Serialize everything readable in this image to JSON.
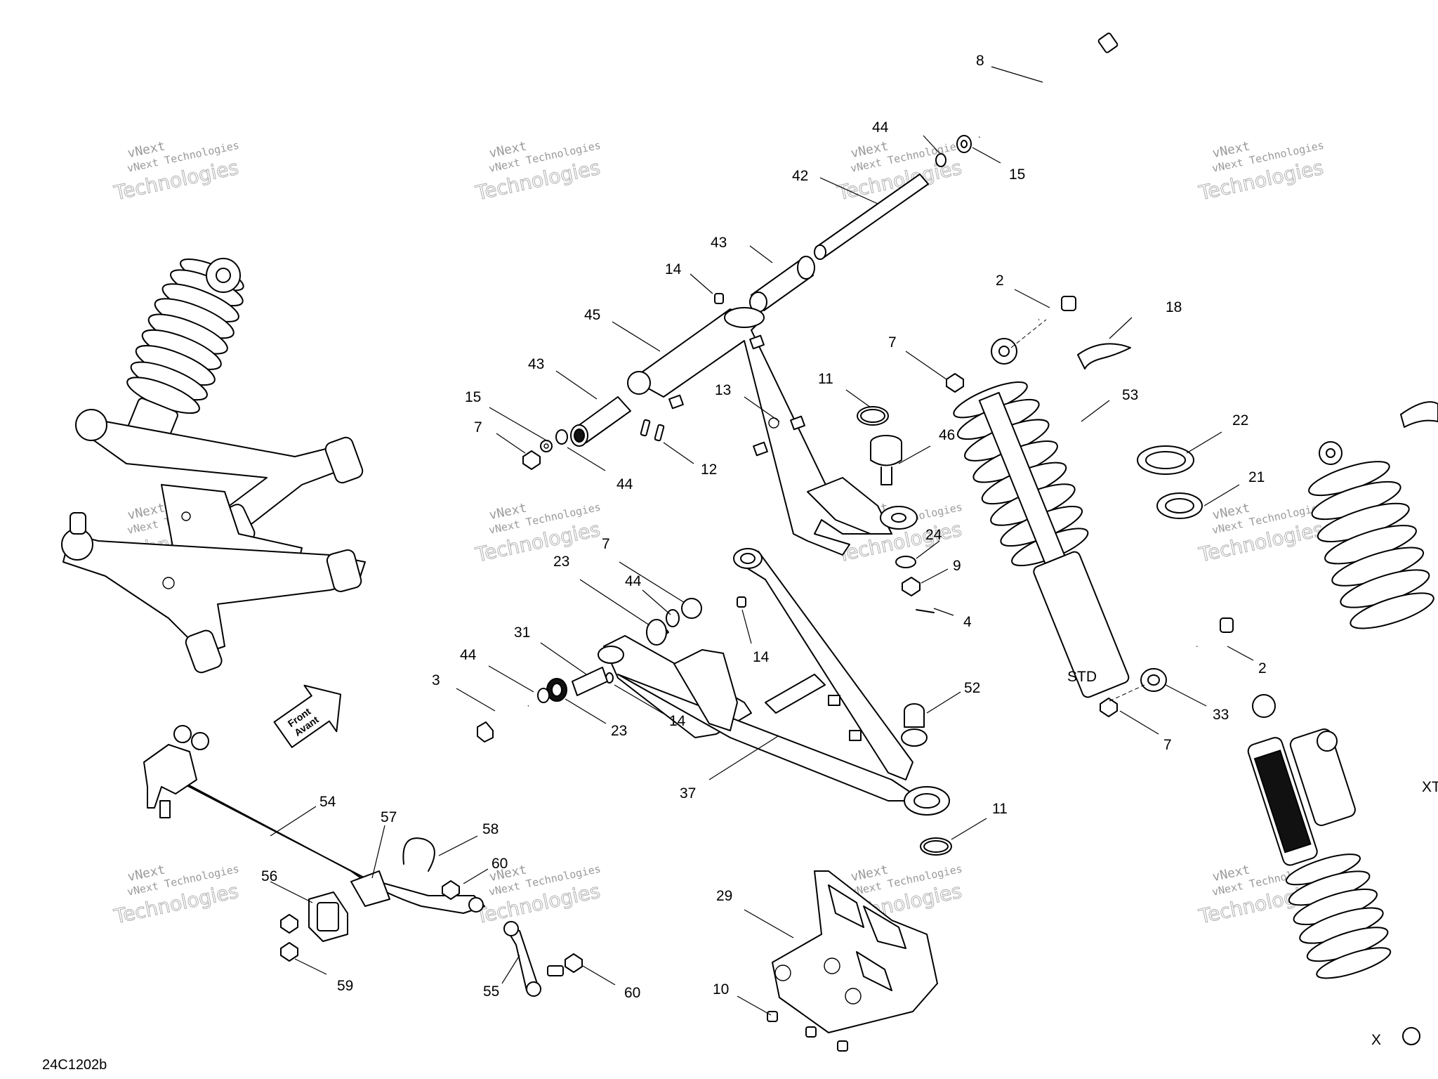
{
  "diagram": {
    "reference_code": "24C1202b",
    "front_arrow": {
      "line1": "Front",
      "line2": "Avant"
    },
    "watermark": {
      "small": "vNext Technologies",
      "large": "Technologies",
      "top": "vNext"
    },
    "labels": {
      "std": "STD",
      "xt": "XT",
      "x": "X"
    },
    "callouts": [
      {
        "id": "c8",
        "text": "8"
      },
      {
        "id": "c44a",
        "text": "44"
      },
      {
        "id": "c15a",
        "text": "15"
      },
      {
        "id": "c42",
        "text": "42"
      },
      {
        "id": "c43a",
        "text": "43"
      },
      {
        "id": "c14a",
        "text": "14"
      },
      {
        "id": "c45",
        "text": "45"
      },
      {
        "id": "c43b",
        "text": "43"
      },
      {
        "id": "c15b",
        "text": "15"
      },
      {
        "id": "c7a",
        "text": "7"
      },
      {
        "id": "c44b",
        "text": "44"
      },
      {
        "id": "c12",
        "text": "12"
      },
      {
        "id": "c13",
        "text": "13"
      },
      {
        "id": "c11a",
        "text": "11"
      },
      {
        "id": "c7b",
        "text": "7"
      },
      {
        "id": "c2a",
        "text": "2"
      },
      {
        "id": "c18",
        "text": "18"
      },
      {
        "id": "c53",
        "text": "53"
      },
      {
        "id": "c46",
        "text": "46"
      },
      {
        "id": "c22",
        "text": "22"
      },
      {
        "id": "c21",
        "text": "21"
      },
      {
        "id": "c24",
        "text": "24"
      },
      {
        "id": "c9",
        "text": "9"
      },
      {
        "id": "c4",
        "text": "4"
      },
      {
        "id": "c7c",
        "text": "7"
      },
      {
        "id": "c23a",
        "text": "23"
      },
      {
        "id": "c44c",
        "text": "44"
      },
      {
        "id": "c14b",
        "text": "14"
      },
      {
        "id": "c31",
        "text": "31"
      },
      {
        "id": "c44d",
        "text": "44"
      },
      {
        "id": "c3",
        "text": "3"
      },
      {
        "id": "c23b",
        "text": "23"
      },
      {
        "id": "c14c",
        "text": "14"
      },
      {
        "id": "c52",
        "text": "52"
      },
      {
        "id": "c37",
        "text": "37"
      },
      {
        "id": "c2b",
        "text": "2"
      },
      {
        "id": "c33",
        "text": "33"
      },
      {
        "id": "c7d",
        "text": "7"
      },
      {
        "id": "c11b",
        "text": "11"
      },
      {
        "id": "c54",
        "text": "54"
      },
      {
        "id": "c57",
        "text": "57"
      },
      {
        "id": "c58",
        "text": "58"
      },
      {
        "id": "c60a",
        "text": "60"
      },
      {
        "id": "c56",
        "text": "56"
      },
      {
        "id": "c59",
        "text": "59"
      },
      {
        "id": "c55",
        "text": "55"
      },
      {
        "id": "c60b",
        "text": "60"
      },
      {
        "id": "c29",
        "text": "29"
      },
      {
        "id": "c10",
        "text": "10"
      }
    ]
  }
}
